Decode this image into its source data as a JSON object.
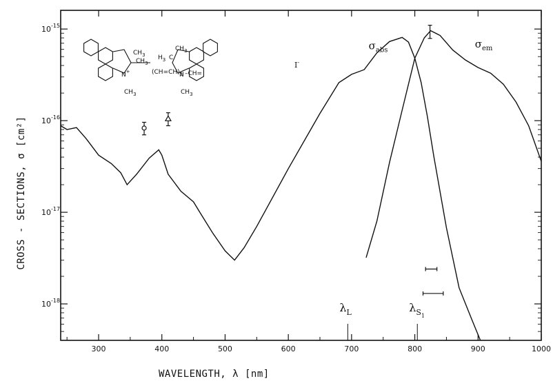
{
  "chart_data": {
    "type": "line",
    "title": "",
    "xlabel": "WAVELENGTH, λ   [nm]",
    "ylabel": "CROSS - SECTIONS, σ   [cm²]",
    "x_ticks": [
      300,
      400,
      500,
      600,
      700,
      800,
      900,
      1000
    ],
    "x_tick_labels": [
      "300",
      "400",
      "500",
      "600",
      "700",
      "800",
      "900",
      "1000"
    ],
    "y_ticks": [
      {
        "value": 1e-15,
        "base": "10",
        "exp": "-15"
      },
      {
        "value": 1e-16,
        "base": "10",
        "exp": "-16"
      },
      {
        "value": 1e-17,
        "base": "10",
        "exp": "-17"
      },
      {
        "value": 1e-18,
        "base": "10",
        "exp": "-18"
      }
    ],
    "y_scale": "log",
    "xlim": [
      240,
      1000
    ],
    "ylim": [
      4e-19,
      1.6e-15
    ],
    "grid": false,
    "series": [
      {
        "name": "σabs",
        "label_base": "σ",
        "label_sub": "abs",
        "x": [
          240,
          250,
          265,
          280,
          300,
          320,
          335,
          345,
          360,
          380,
          395,
          400,
          410,
          430,
          450,
          460,
          480,
          500,
          515,
          530,
          550,
          600,
          650,
          680,
          700,
          720,
          740,
          760,
          780,
          790,
          800,
          810,
          820,
          830,
          850,
          870,
          890,
          905
        ],
        "y": [
          8.8e-17,
          8e-17,
          8.4e-17,
          6.4e-17,
          4.2e-17,
          3.4e-17,
          2.7e-17,
          2e-17,
          2.6e-17,
          3.9e-17,
          4.8e-17,
          4.2e-17,
          2.6e-17,
          1.7e-17,
          1.3e-17,
          1e-17,
          6e-18,
          3.8e-18,
          3e-18,
          4.1e-18,
          7e-18,
          3e-17,
          1.2e-16,
          2.6e-16,
          3.2e-16,
          3.6e-16,
          5.5e-16,
          7.3e-16,
          8.1e-16,
          7.2e-16,
          4.8e-16,
          2.6e-16,
          1.1e-16,
          4.1e-17,
          6.8e-18,
          1.5e-18,
          6.8e-19,
          3.8e-19
        ]
      },
      {
        "name": "σem",
        "label_base": "σ",
        "label_sub": "em",
        "x": [
          723,
          740,
          760,
          780,
          800,
          815,
          825,
          840,
          860,
          880,
          900,
          920,
          940,
          960,
          980,
          1000
        ],
        "y": [
          3.2e-18,
          8e-18,
          3.5e-17,
          1.3e-16,
          4.8e-16,
          8e-16,
          9.6e-16,
          8.5e-16,
          5.9e-16,
          4.6e-16,
          3.8e-16,
          3.3e-16,
          2.5e-16,
          1.6e-16,
          8.8e-17,
          3.6e-17
        ]
      }
    ],
    "points_with_error": [
      {
        "marker": "circle",
        "x": 372,
        "y": 8.3e-17,
        "ylow": 7e-17,
        "yhigh": 9.6e-17
      },
      {
        "marker": "triangle",
        "x": 410,
        "y": 1.05e-16,
        "ylow": 8.8e-17,
        "yhigh": 1.22e-16
      },
      {
        "marker": "errorbar",
        "x": 824,
        "y": 9.6e-16,
        "ylow": 7.9e-16,
        "yhigh": 1.1e-15
      }
    ],
    "horizontal_error_bars": [
      {
        "y": 2.4e-18,
        "xlow": 817,
        "xhigh": 835
      },
      {
        "y": 1.3e-18,
        "xlow": 813,
        "xhigh": 845
      }
    ],
    "markers": [
      {
        "label_base": "λ",
        "label_sub": "L",
        "x": 694
      },
      {
        "label_base": "λ",
        "label_sub": "S",
        "label_subsub": "1",
        "x": 804
      }
    ],
    "annotation_iodide": "I",
    "annotation_iodide_sup": "-",
    "molecule_labels": {
      "ch3": "CH",
      "sub3": "3",
      "h3c": "H",
      "n_plus": "N",
      "plus": "+",
      "n": "N",
      "chain": "(CH=CH)",
      "chain_sub": "3",
      "chain_end": "–CH="
    }
  }
}
